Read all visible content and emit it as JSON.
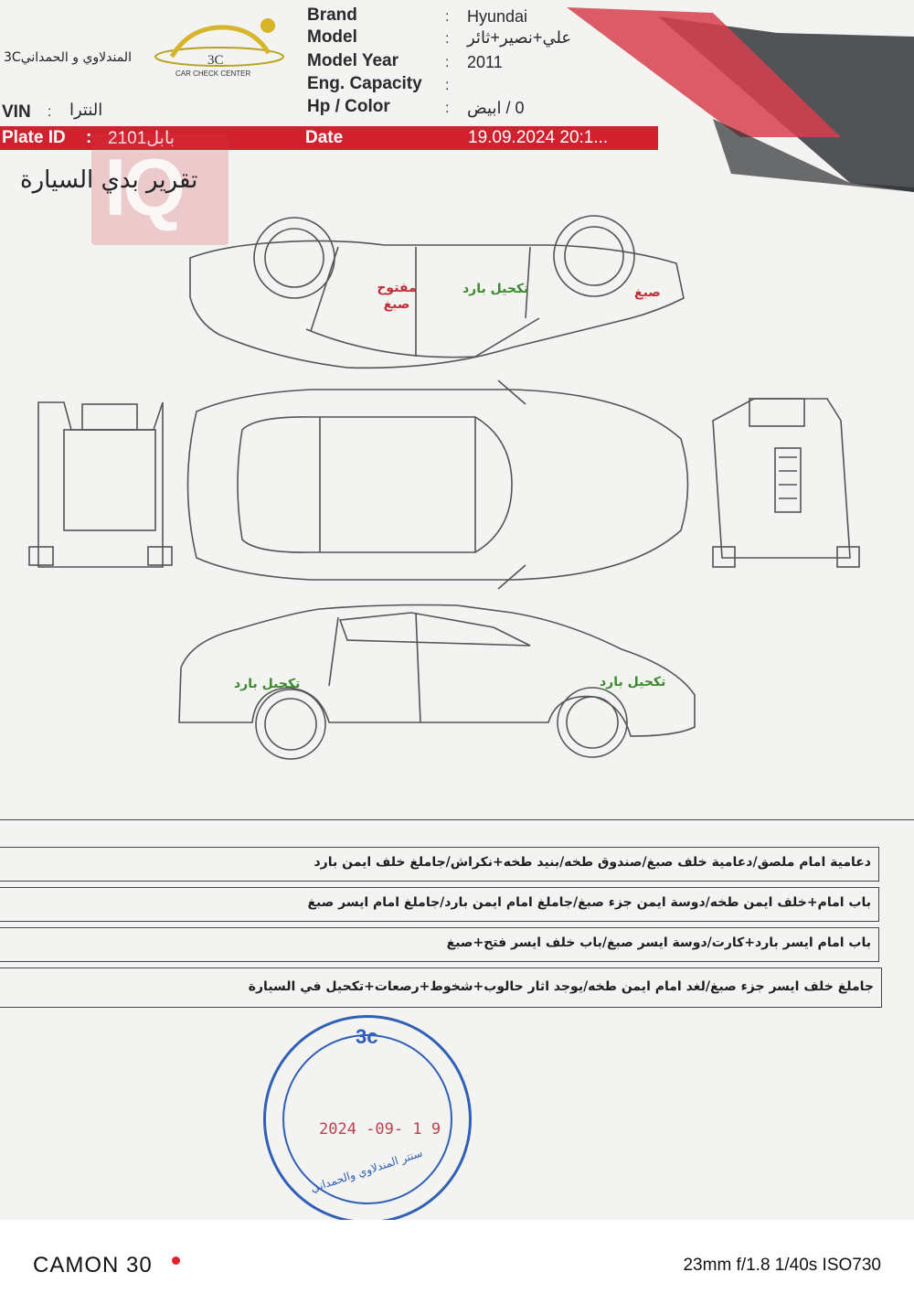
{
  "header": {
    "company_name": "المندلاوي و الحمداني3C",
    "logo_text": "3C",
    "logo_sub": "CAR CHECK CENTER",
    "fields": [
      {
        "label": "Brand",
        "value": "Hyundai"
      },
      {
        "label": "Model",
        "value": "علي+نصير+ثائر"
      },
      {
        "label": "Model Year",
        "value": "2011"
      },
      {
        "label": "Eng. Capacity",
        "value": ""
      },
      {
        "label": "Hp / Color",
        "value": "0 / ابيض"
      }
    ],
    "vin_label": "VIN",
    "vin_value": "النترا",
    "plate_label": "Plate ID",
    "plate_value": "بابل2101",
    "date_label": "Date",
    "date_value": "19.09.2024 20:1..."
  },
  "watermark": "IQ",
  "report_title": "تقرير بدي السيارة",
  "diagram_notes": {
    "top_left": "مفتوح صبغ",
    "top_middle": "تكحيل بارد",
    "top_right": "صبغ",
    "side_left": "تكحيل بارد",
    "side_right": "تكحيل بارد"
  },
  "findings": [
    "دعامية امام ملصق/دعامية خلف صبغ/صندوق طخه/بنيد طخه+نكراش/جاملغ خلف ايمن بارد",
    "باب امام+خلف ايمن طخه/دوسة ايمن جزء صبغ/جاملغ امام ايمن بارد/جاملغ امام ايسر صبغ",
    "باب امام ايسر بارد+كارت/دوسة ايسر صبغ/باب خلف ايسر فتح+صبغ",
    "جاملغ خلف ايسر جزء صبغ/لغد امام ايمن طخه/يوجد اثار حالوب+شخوط+رصعات+تكحيل في السيارة"
  ],
  "stamp": {
    "logo": "3c",
    "date": "2024 -09- 1 9",
    "ring_text": "سنتر المندلاوي والحمداني"
  },
  "camera": {
    "model": "CAMON 30",
    "exif": "23mm f/1.8 1/40s ISO730"
  },
  "colors": {
    "accent_red": "#d1202e",
    "stamp_blue": "#2f5fb7",
    "note_green": "#3c8a2e"
  }
}
